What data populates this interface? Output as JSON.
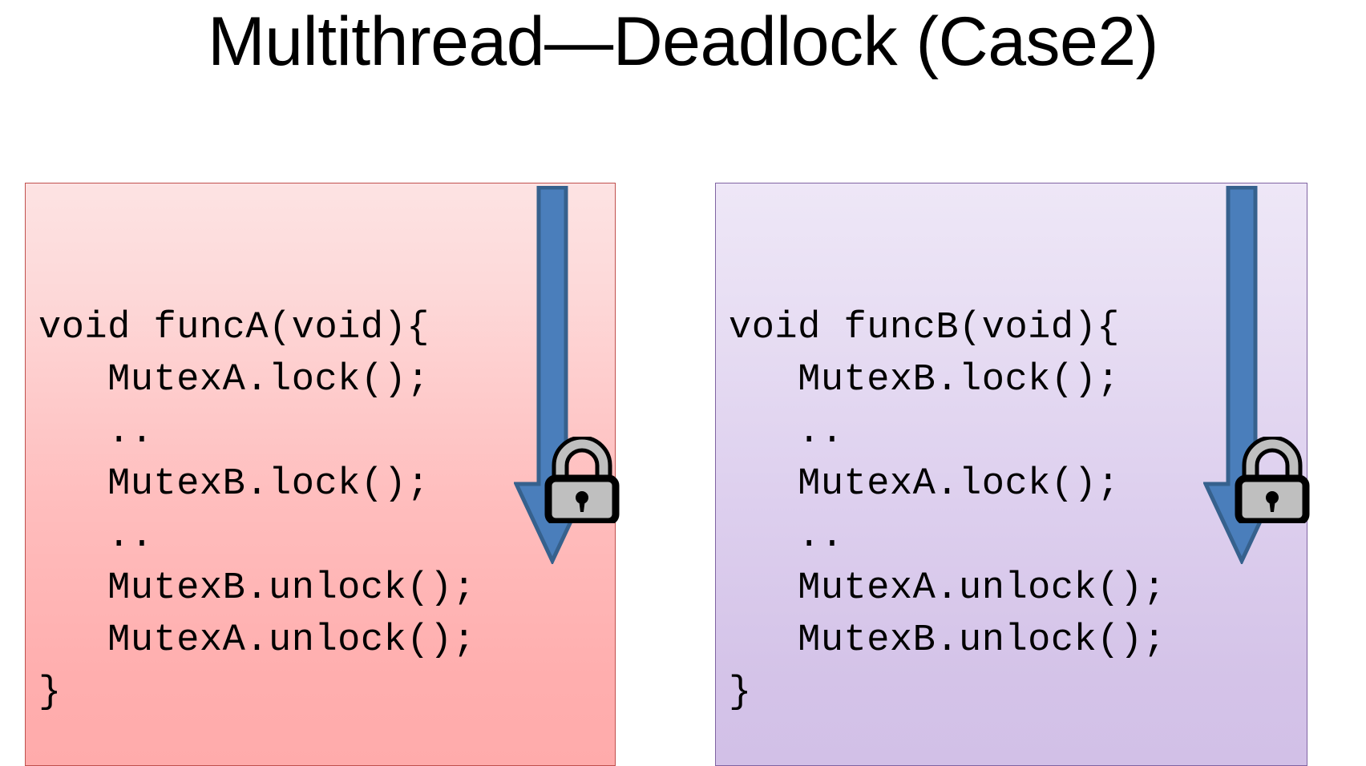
{
  "slide": {
    "title": "Multithread—Deadlock (Case2)"
  },
  "panels": [
    {
      "id": "left",
      "name": "funcA",
      "border_color": "#c0504d",
      "fill_top": "#fde3e3",
      "fill_bottom": "#ffabab",
      "code_lines": [
        "void funcA(void){",
        "   MutexA.lock();",
        "   ..",
        "   MutexB.lock();",
        "   ..",
        "   MutexB.unlock();",
        "   MutexA.unlock();",
        "}"
      ],
      "code": "void funcA(void){\n   MutexA.lock();\n   ..\n   MutexB.lock();\n   ..\n   MutexB.unlock();\n   MutexA.unlock();\n}",
      "arrow": {
        "name": "down-arrow",
        "color": "#4a7ebb",
        "outline": "#36618d"
      },
      "lock": {
        "name": "lock-icon",
        "state": "locked",
        "body_color": "#bfbfbf",
        "outline": "#000000"
      }
    },
    {
      "id": "right",
      "name": "funcB",
      "border_color": "#8064a2",
      "fill_top": "#eee7f7",
      "fill_bottom": "#d2c0e7",
      "code_lines": [
        "void funcB(void){",
        "   MutexB.lock();",
        "   ..",
        "   MutexA.lock();",
        "   ..",
        "   MutexA.unlock();",
        "   MutexB.unlock();",
        "}"
      ],
      "code": "void funcB(void){\n   MutexB.lock();\n   ..\n   MutexA.lock();\n   ..\n   MutexA.unlock();\n   MutexB.unlock();\n}",
      "arrow": {
        "name": "down-arrow",
        "color": "#4a7ebb",
        "outline": "#36618d"
      },
      "lock": {
        "name": "lock-icon",
        "state": "locked",
        "body_color": "#bfbfbf",
        "outline": "#000000"
      }
    }
  ],
  "colors": {
    "background": "#ffffff",
    "title_text": "#000000",
    "code_text": "#000000",
    "arrow_fill": "#4a7ebb",
    "arrow_stroke": "#36618d",
    "lock_body": "#bfbfbf",
    "lock_outline": "#000000"
  }
}
